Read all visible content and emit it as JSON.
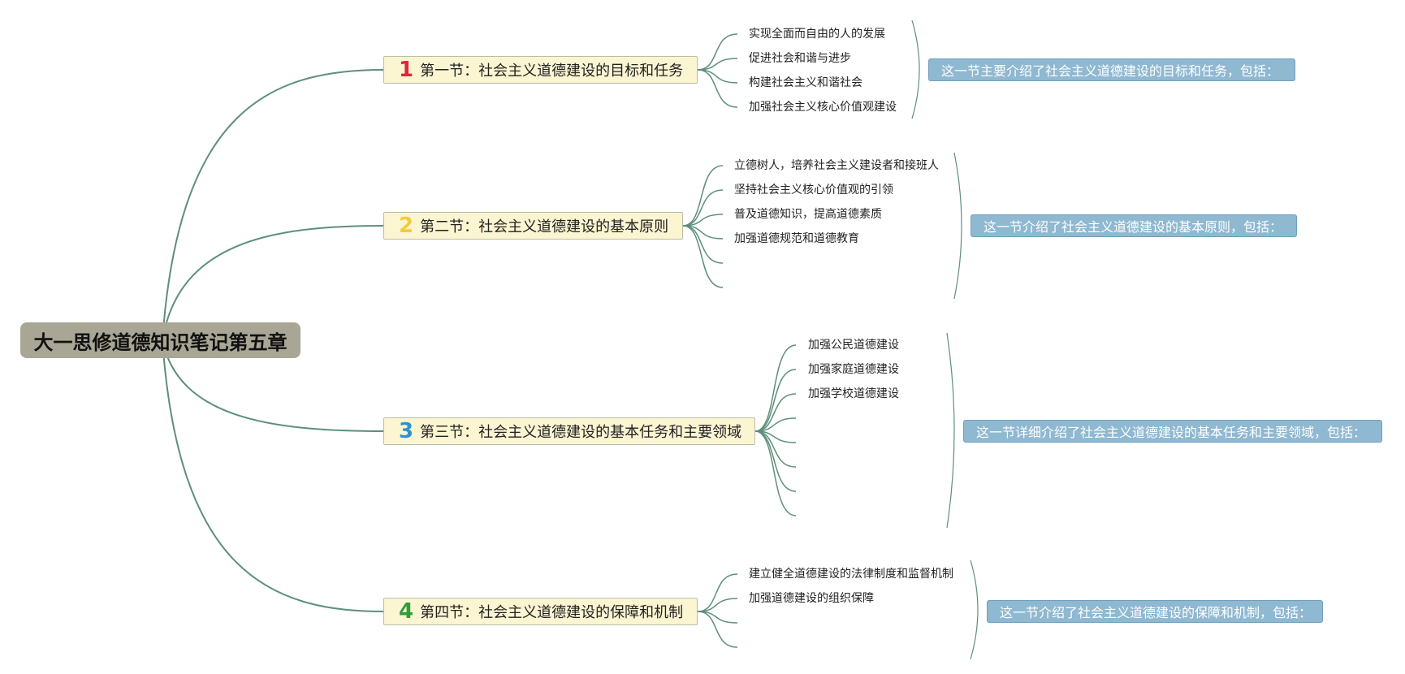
{
  "root": {
    "title": "大一思修道德知识笔记第五章"
  },
  "sections": [
    {
      "num": "1",
      "num_color": "#e0263a",
      "title": "第一节：社会主义道德建设的目标和任务",
      "items": [
        "实现全面而自由的人的发展",
        "促进社会和谐与进步",
        "构建社会主义和谐社会",
        "加强社会主义核心价值观建设"
      ],
      "note": "这一节主要介绍了社会主义道德建设的目标和任务，包括："
    },
    {
      "num": "2",
      "num_color": "#f2cc3a",
      "title": "第二节：社会主义道德建设的基本原则",
      "items": [
        "立德树人，培养社会主义建设者和接班人",
        "坚持社会主义核心价值观的引领",
        "普及道德知识，提高道德素质",
        "加强道德规范和道德教育",
        "",
        ""
      ],
      "note": "这一节介绍了社会主义道德建设的基本原则，包括："
    },
    {
      "num": "3",
      "num_color": "#2b93d1",
      "title": "第三节：社会主义道德建设的基本任务和主要领域",
      "items": [
        "加强公民道德建设",
        "加强家庭道德建设",
        "加强学校道德建设",
        "",
        "",
        "",
        "",
        ""
      ],
      "note": "这一节详细介绍了社会主义道德建设的基本任务和主要领域，包括："
    },
    {
      "num": "4",
      "num_color": "#2f9e3a",
      "title": "第四节：社会主义道德建设的保障和机制",
      "items": [
        "建立健全道德建设的法律制度和监督机制",
        "加强道德建设的组织保障",
        "",
        ""
      ],
      "note": "这一节介绍了社会主义道德建设的保障和机制，包括："
    }
  ]
}
